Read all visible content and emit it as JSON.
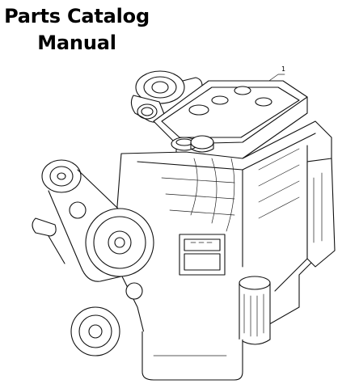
{
  "title": {
    "line1": "Parts Catalog",
    "line2": "Manual"
  },
  "callout": {
    "label": "1"
  },
  "icons": {
    "illustration": "engine-assembly-line-drawing"
  }
}
